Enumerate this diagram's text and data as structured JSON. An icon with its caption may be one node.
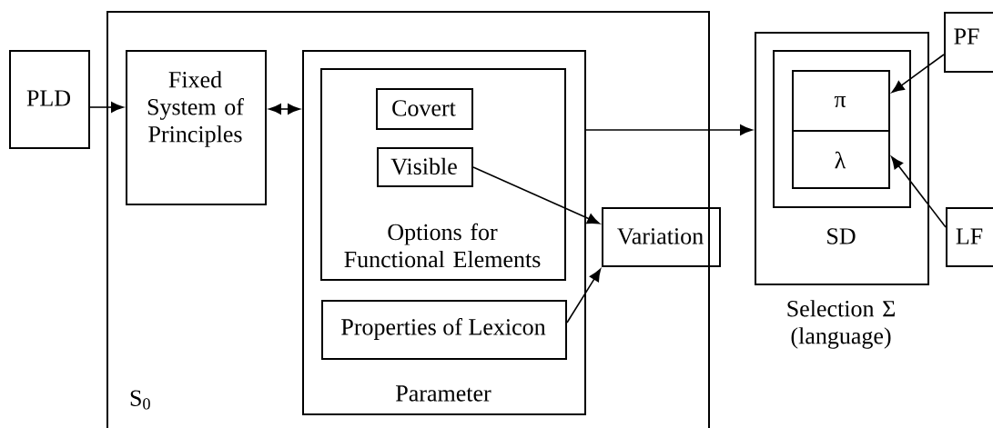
{
  "diagram": {
    "nodes": [
      {
        "text": [
          "S$_{0}$"
        ]
      },
      {
        "text": [
          "PLD"
        ]
      },
      {
        "text": [
          "Fixed System of Principles"
        ],
        "in": 0
      },
      {
        "text": [
          "Parameter"
        ],
        "in": 0
      },
      {
        "text": [
          "Options for Functional Elements"
        ],
        "in": 3
      },
      {
        "text": [
          "Covert"
        ],
        "in": 4
      },
      {
        "text": [
          "Visible"
        ],
        "in": 4
      },
      {
        "text": [
          "Properties of Lexicon"
        ],
        "in": 3
      },
      {
        "text": [
          "Variation"
        ]
      },
      {
        "text": [
          "SD"
        ],
        "beside": [
          "Selection Σ (language)"
        ]
      },
      {
        "text": [],
        "shape": "box",
        "in": 9
      },
      {
        "text": [
          "π"
        ],
        "in": 10
      },
      {
        "text": [
          "λ"
        ],
        "in": 10
      },
      {
        "text": [
          "PF"
        ]
      },
      {
        "text": [
          "LF"
        ]
      }
    ],
    "edges": [
      {
        "from": 1,
        "to": 2,
        "arrow": "to"
      },
      {
        "from": 2,
        "to": 3,
        "arrow": "both"
      },
      {
        "from": 3,
        "to": 9,
        "arrow": "to"
      },
      {
        "from": 6,
        "to": 8,
        "arrow": "to"
      },
      {
        "from": 7,
        "to": 8,
        "arrow": "to"
      },
      {
        "from": 13,
        "to": 11,
        "arrow": "to"
      },
      {
        "from": 14,
        "to": 12,
        "arrow": "to"
      }
    ]
  }
}
